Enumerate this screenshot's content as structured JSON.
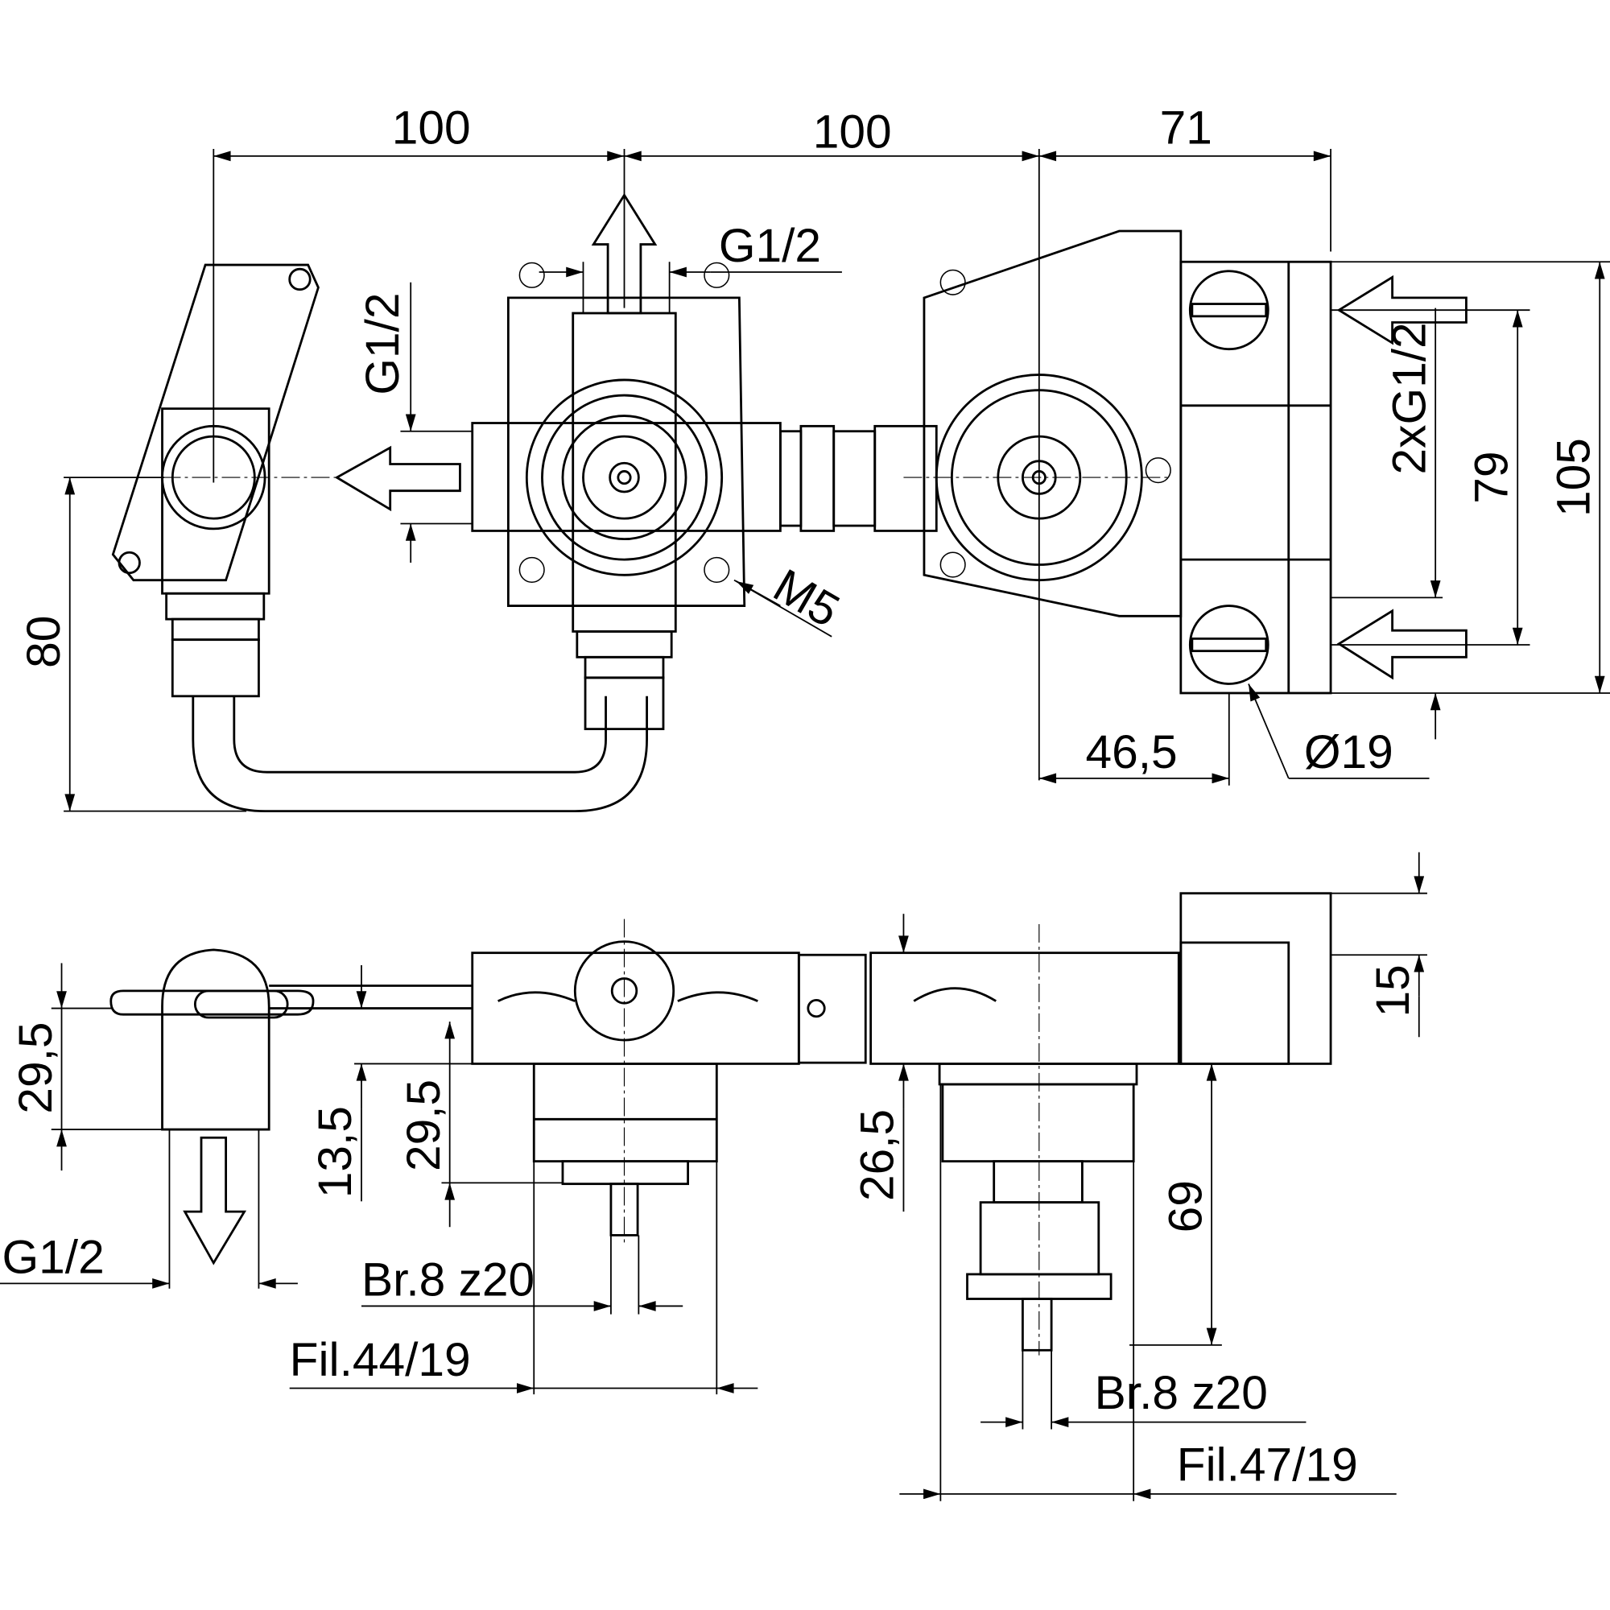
{
  "top_view": {
    "dim_width_left": "100",
    "dim_width_middle": "100",
    "dim_width_right": "71",
    "dim_outlet_top": "G1/2",
    "dim_outlet_left": "G1/2",
    "dim_mount_screw": "M5",
    "dim_inlets": "2xG1/2",
    "dim_inlet_spacing": "79",
    "dim_block_height": "105",
    "dim_side_height": "80",
    "dim_inlet_offset": "46,5",
    "dim_plug_diameter": "Ø19"
  },
  "side_view": {
    "dim_left_depth": "29,5",
    "dim_center_offset": "13,5",
    "dim_mixer_depth": "29,5",
    "dim_thermo_depth": "26,5",
    "dim_block_offset": "15",
    "dim_spindle_length": "69",
    "dim_outlet_bottom": "G1/2",
    "dim_spindle_left": "Br.8 z20",
    "dim_thread_left": "Fil.44/19",
    "dim_spindle_right": "Br.8 z20",
    "dim_thread_right": "Fil.47/19"
  }
}
